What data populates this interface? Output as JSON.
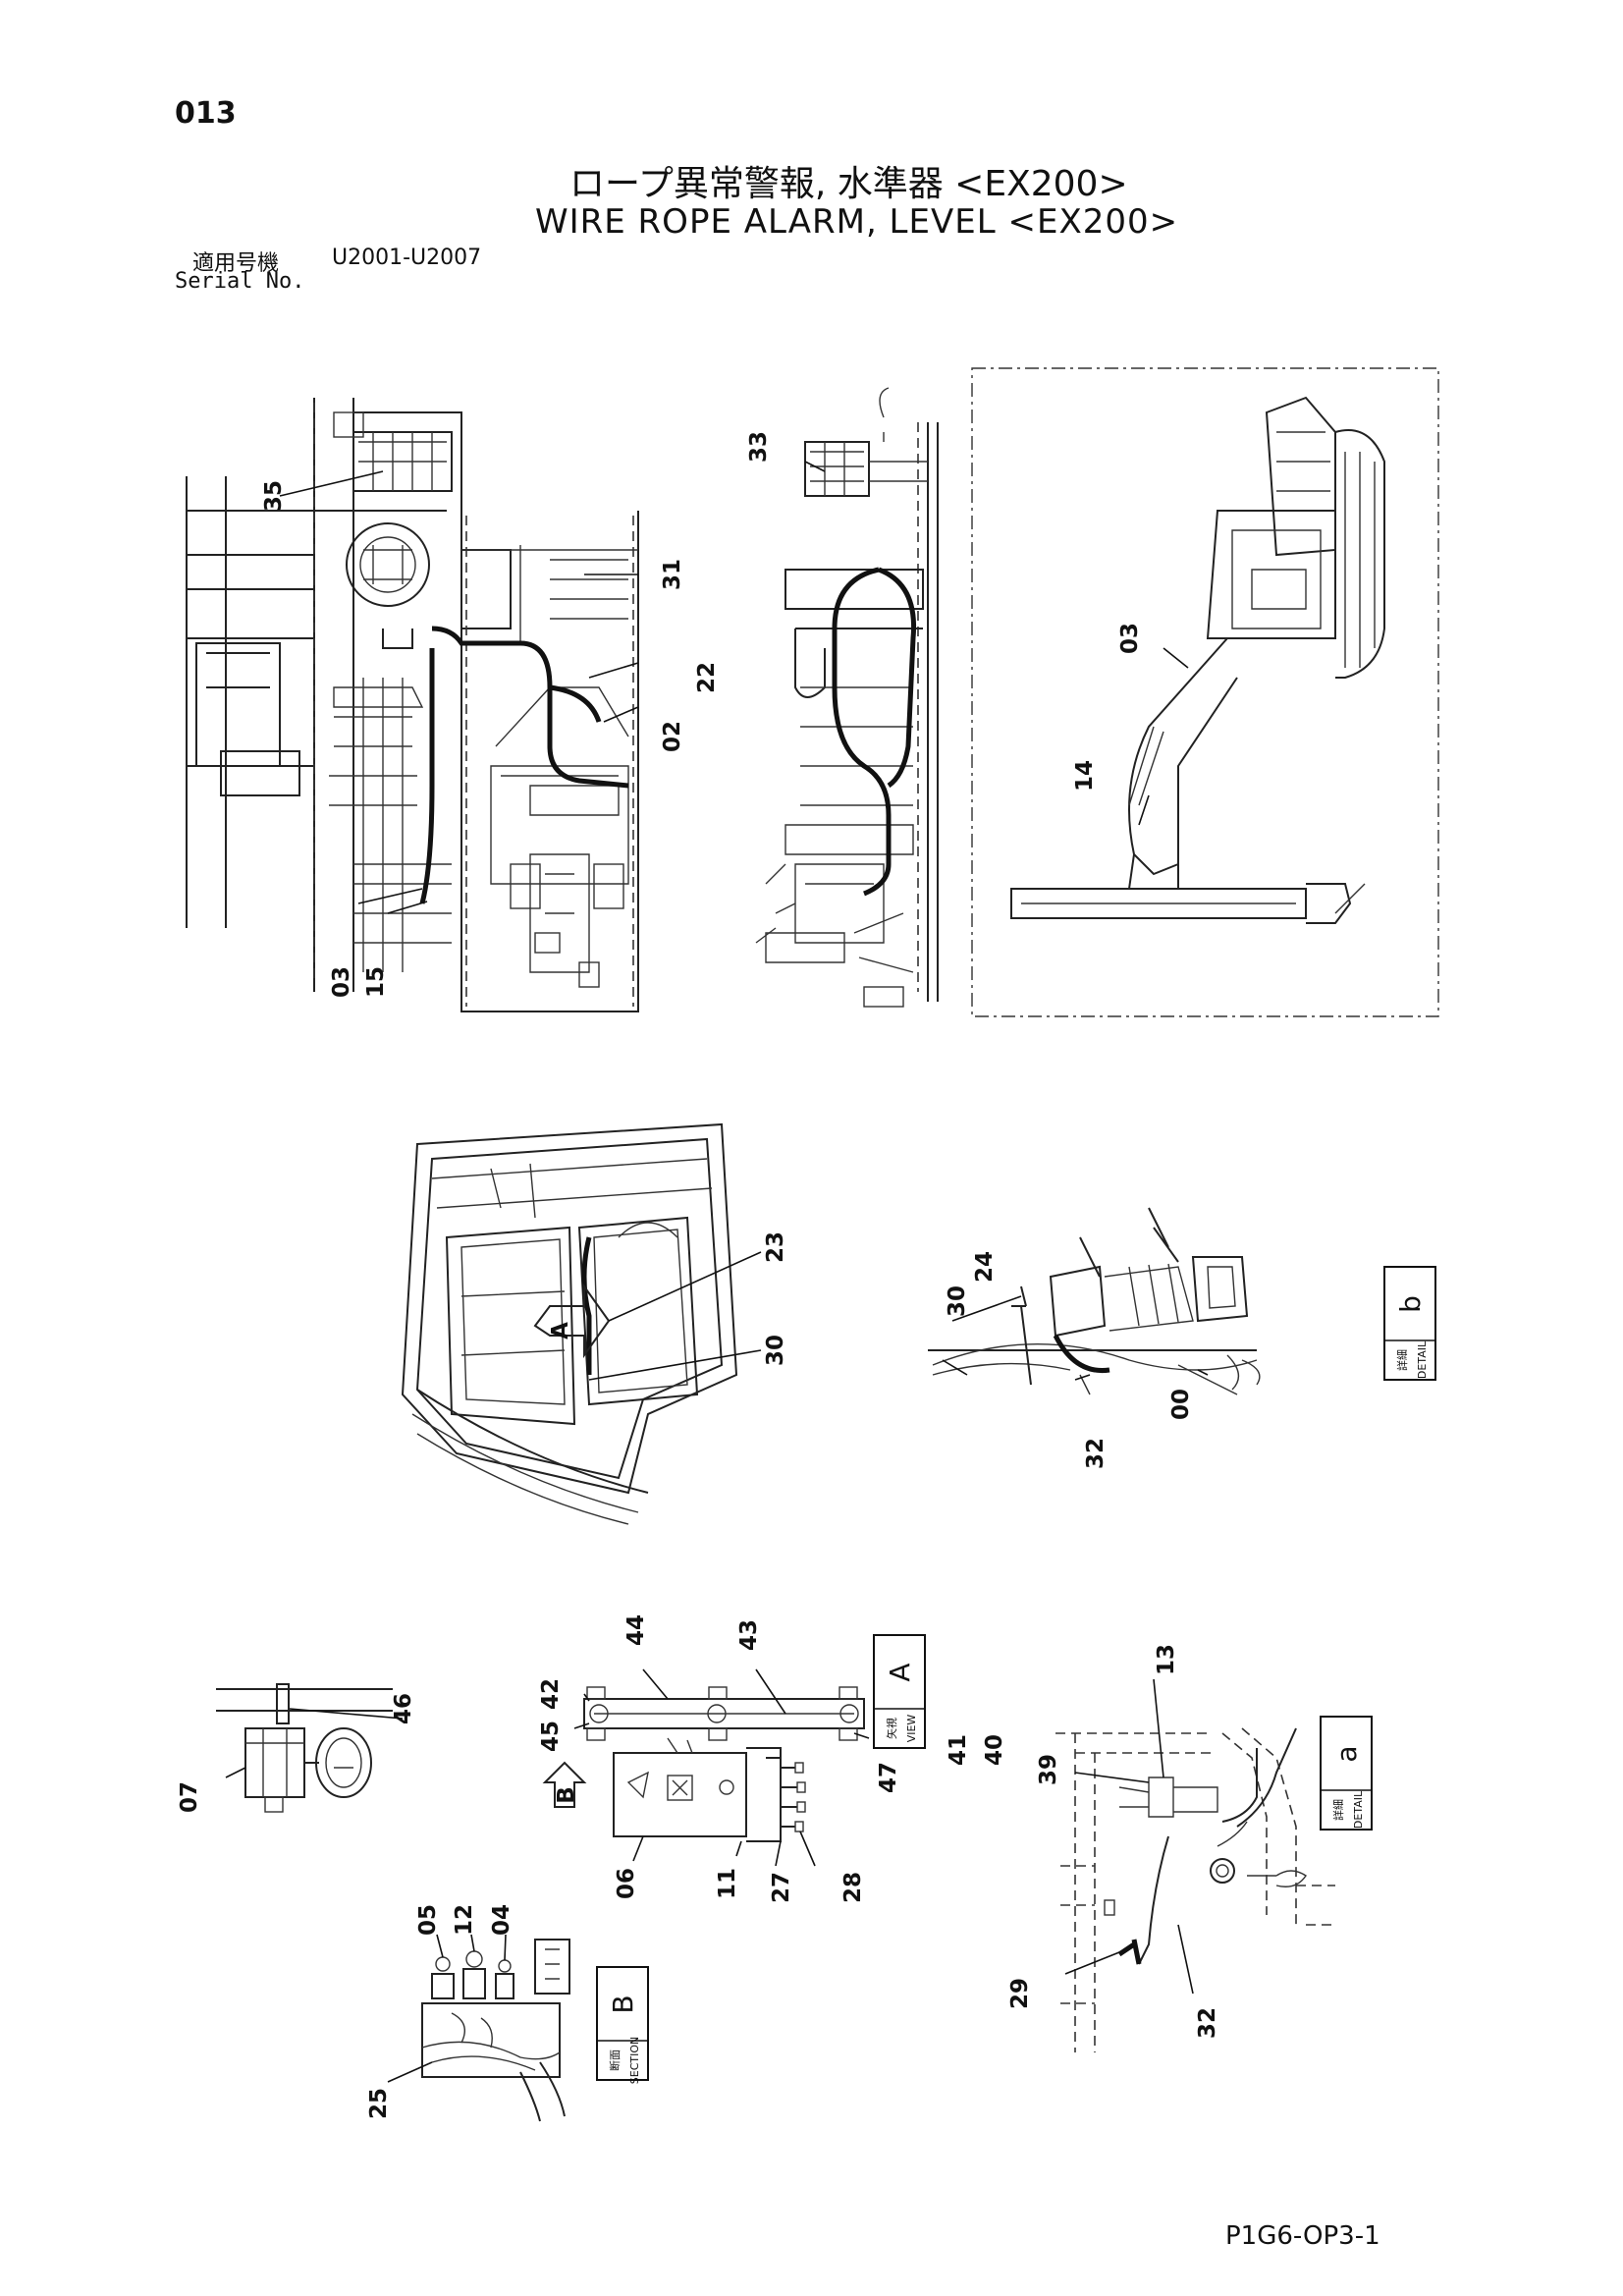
{
  "page_number": "013",
  "title_jp": "ロープ異常警報, 水準器 <EX200>",
  "title_en": "WIRE ROPE ALARM, LEVEL <EX200>",
  "serial": {
    "label_jp": "適用号機",
    "label_en": "Serial No.",
    "range": "U2001-U2007"
  },
  "doc_code": "P1G6-OP3-1",
  "callouts": {
    "top_left": [
      "35",
      "31",
      "22",
      "02",
      "03",
      "15"
    ],
    "top_middle": [
      "33"
    ],
    "top_right": [
      "03",
      "14"
    ],
    "cab": [
      "23",
      "30"
    ],
    "detail_b": [
      "24",
      "30",
      "32",
      "00"
    ],
    "bracket": [
      "07",
      "46"
    ],
    "view_a": [
      "44",
      "43",
      "42",
      "45",
      "47",
      "06",
      "11",
      "27",
      "28"
    ],
    "detail_a": [
      "13",
      "41",
      "40",
      "39",
      "29",
      "32"
    ],
    "section_b": [
      "05",
      "12",
      "04",
      "25"
    ]
  },
  "view_letters": {
    "a_arrow": "A",
    "b_arrow": "B",
    "view_a": "A",
    "detail_b": "b",
    "detail_a": "a",
    "section_b": "B"
  },
  "view_captions": {
    "view_a_jp": "矢視",
    "view_a_en": "VIEW",
    "detail_b_jp": "詳細",
    "detail_b_en": "DETAIL",
    "detail_a_jp": "詳細",
    "detail_a_en": "DETAIL",
    "section_b_jp": "断面",
    "section_b_en": "SECTION"
  }
}
